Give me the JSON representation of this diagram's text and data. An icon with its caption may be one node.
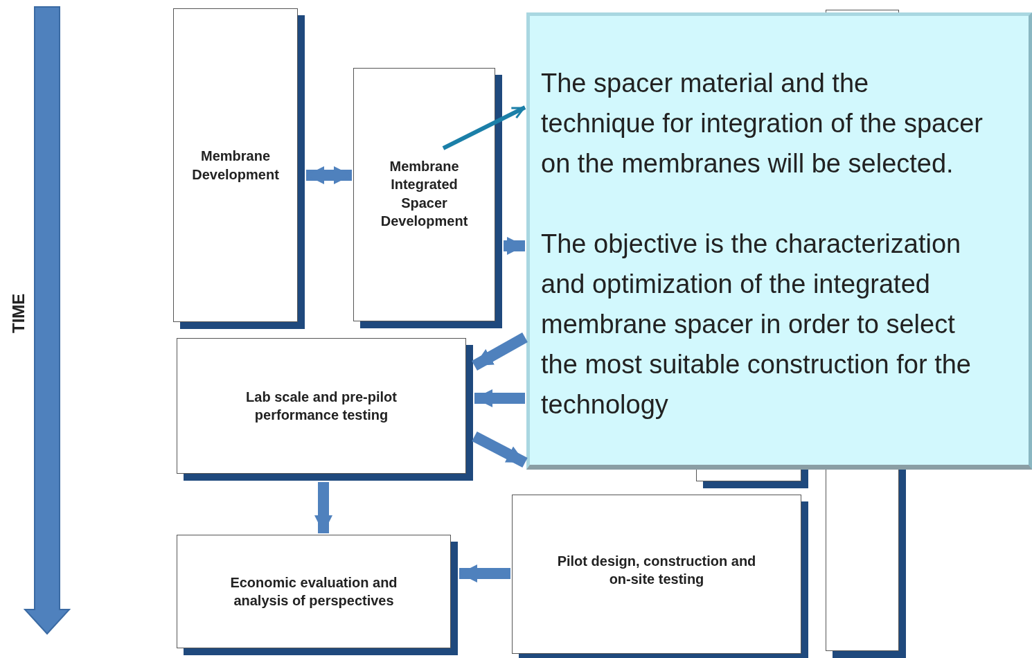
{
  "diagram": {
    "nodes": [
      {
        "text": [
          "Membrane Development"
        ]
      },
      {
        "text": [
          "Membrane Integrated Spacer Development"
        ]
      },
      {
        "text": [
          "Lab scale and pre-pilot performance testing"
        ]
      },
      {
        "text": [
          "Economic evaluation and analysis of perspectives"
        ]
      },
      {
        "text": [
          "Pilot design, construction and on-site testing"
        ]
      },
      {
        "text": [
          "The spacer material and the technique for integration of the spacer on the membranes will be selected.",
          "The objective is the characterization and optimization of the integrated membrane spacer in order to select the most suitable construction for the technology"
        ]
      },
      {
        "text": [],
        "shape": "box"
      },
      {
        "text": [],
        "shape": "box"
      }
    ],
    "edges": [
      {
        "from": 0,
        "to": 1,
        "arrow": "both"
      },
      {
        "from": 1,
        "to": 5,
        "arrow": "to"
      },
      {
        "from": 5,
        "to": 2,
        "arrow": "to"
      },
      {
        "from": 5,
        "to": 2,
        "arrow": "to"
      },
      {
        "from": 2,
        "to": 5,
        "arrow": "to"
      },
      {
        "from": 2,
        "to": 3,
        "arrow": "to"
      },
      {
        "from": 4,
        "to": 3,
        "arrow": "to"
      },
      {
        "from": 1,
        "to": 5,
        "arrow": "to",
        "color": "#1b7fa8"
      }
    ],
    "labels": [
      "TIME"
    ]
  }
}
